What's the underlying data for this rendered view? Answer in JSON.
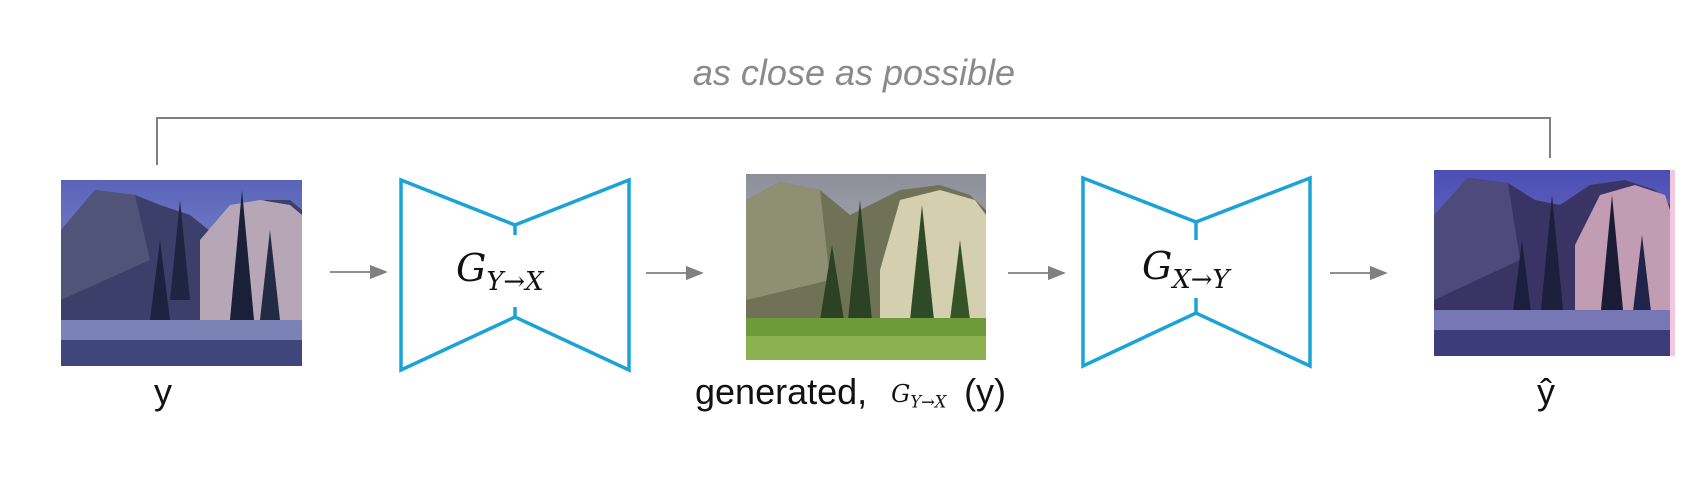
{
  "top_label": "as close as possible",
  "input_label": "y",
  "generated_label": "generated,",
  "generated_fn": {
    "base": "G",
    "sub_from": "Y",
    "sub_to": "X"
  },
  "generated_arg": "(y)",
  "output_label": "ŷ",
  "generator_1": {
    "base": "G",
    "sub_from": "Y",
    "sub_to": "X"
  },
  "generator_2": {
    "base": "G",
    "sub_from": "X",
    "sub_to": "Y"
  },
  "colors": {
    "generator_outline": "#1aa3d6",
    "arrow": "#808080",
    "bracket": "#808080",
    "top_label": "#8a8a8a"
  }
}
